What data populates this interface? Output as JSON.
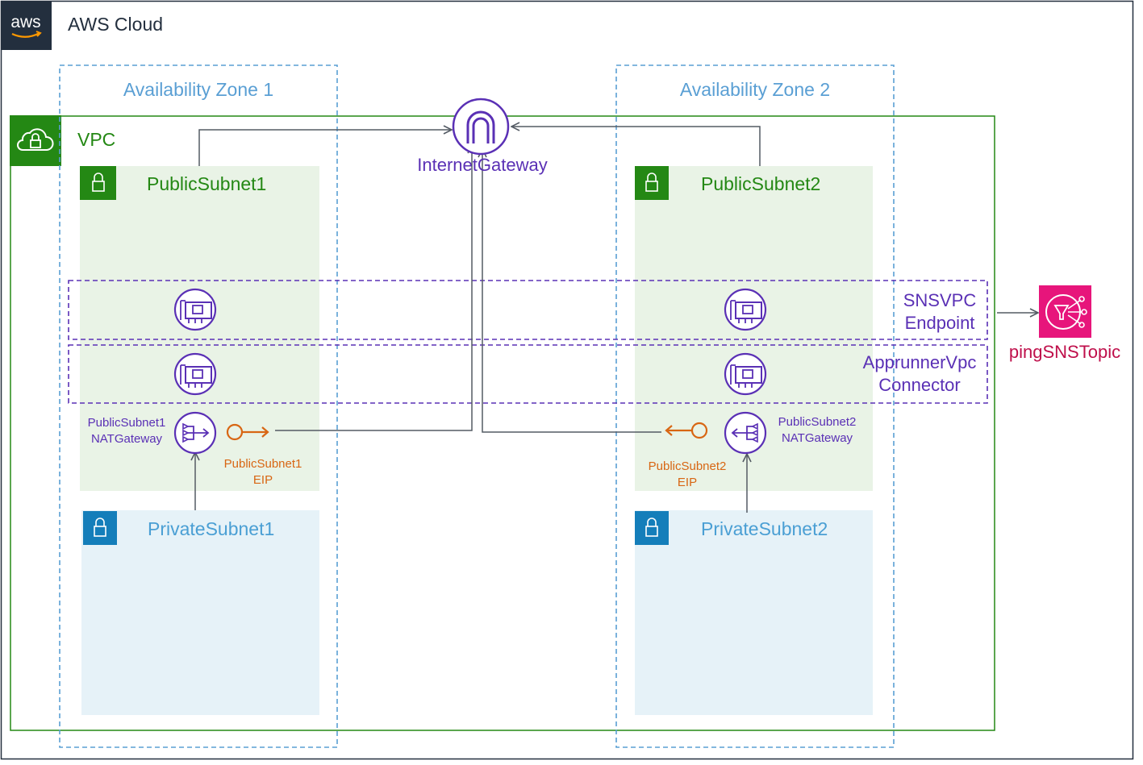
{
  "aws_cloud": {
    "title": "AWS Cloud",
    "logo_text": "aws"
  },
  "availability_zones": [
    {
      "label": "Availability Zone 1"
    },
    {
      "label": "Availability Zone 2"
    }
  ],
  "vpc": {
    "label": "VPC"
  },
  "internet_gateway": {
    "label": "InternetGateway"
  },
  "public_subnets": [
    {
      "label": "PublicSubnet1"
    },
    {
      "label": "PublicSubnet2"
    }
  ],
  "private_subnets": [
    {
      "label": "PrivateSubnet1"
    },
    {
      "label": "PrivateSubnet2"
    }
  ],
  "sns_vpc_endpoint": {
    "line1": "SNSVPC",
    "line2": "Endpoint"
  },
  "apprunner_connector": {
    "line1": "ApprunnerVpc",
    "line2": "Connector"
  },
  "nat_gateways": [
    {
      "line1": "PublicSubnet1",
      "line2": "NATGateway"
    },
    {
      "line1": "PublicSubnet2",
      "line2": "NATGateway"
    }
  ],
  "eips": [
    {
      "line1": "PublicSubnet1",
      "line2": "EIP"
    },
    {
      "line1": "PublicSubnet2",
      "line2": "EIP"
    }
  ],
  "sns_topic": {
    "label": "pingSNSTopic"
  },
  "colors": {
    "cloud_border": "#232f3e",
    "az_border": "#5a9fd4",
    "vpc_border": "#248814",
    "public_fill": "#e9f3e6",
    "private_fill": "#e6f2f8",
    "private_icon": "#147eba",
    "purple": "#5a30b5",
    "orange": "#d86613",
    "sns": "#e7157b",
    "connector": "#545b64"
  }
}
